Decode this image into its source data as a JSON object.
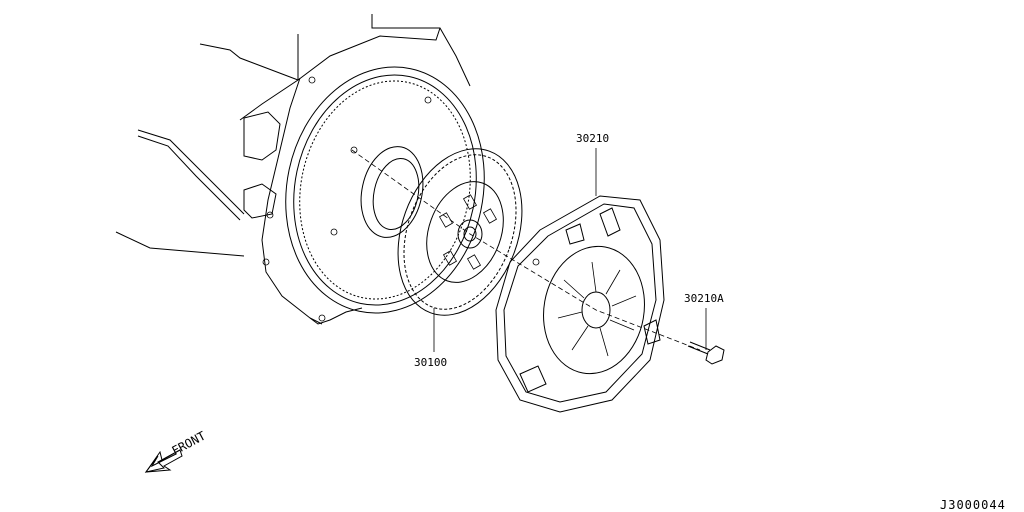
{
  "parts": {
    "clutch_disc": "30100",
    "clutch_cover": "30210",
    "cover_bolt": "30210A"
  },
  "direction_indicator": "FRONT",
  "drawing_id": "J3000044",
  "colors": {
    "line": "#000000",
    "background": "#ffffff"
  }
}
